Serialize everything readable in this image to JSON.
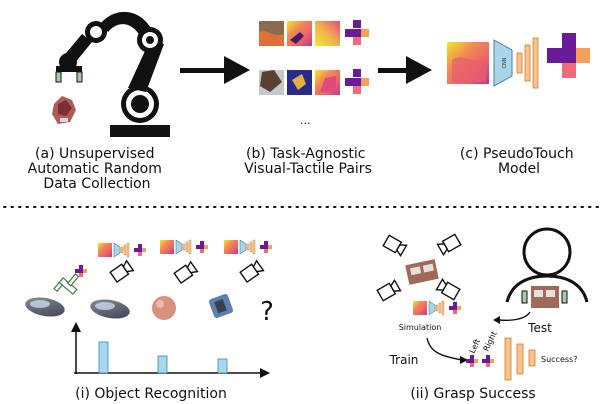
{
  "top_row": {
    "panel_a": {
      "caption_lines": [
        "(a) Unsupervised",
        "Automatic Random",
        "Data Collection"
      ]
    },
    "panel_b": {
      "caption_lines": [
        "(b) Task-Agnostic",
        "Visual-Tactile Pairs"
      ],
      "ellipsis": "..."
    },
    "panel_c": {
      "caption_lines": [
        "(c) PseudoTouch",
        "Model"
      ],
      "encoder_label": "CNN"
    }
  },
  "bottom_row": {
    "panel_i": {
      "caption": "(i) Object Recognition",
      "unknown_mark": "?"
    },
    "panel_ii": {
      "caption": "(ii) Grasp Success",
      "simulation_label": "Simulation",
      "test_label": "Test",
      "train_label": "Train",
      "left_label": "Left",
      "right_label": "Right",
      "success_label": "Success?"
    }
  },
  "colors": {
    "tactile_yellow": "#f2e82a",
    "tactile_pink": "#e8606b",
    "tactile_magenta": "#b83a8c",
    "purple": "#6a1b9a",
    "orange": "#f5a05a",
    "pink_square": "#f06a7a",
    "encoder_blue": "#a9d4ea",
    "decoder_orange": "#f7c48e",
    "bar_blue": "#a8d8ee"
  }
}
